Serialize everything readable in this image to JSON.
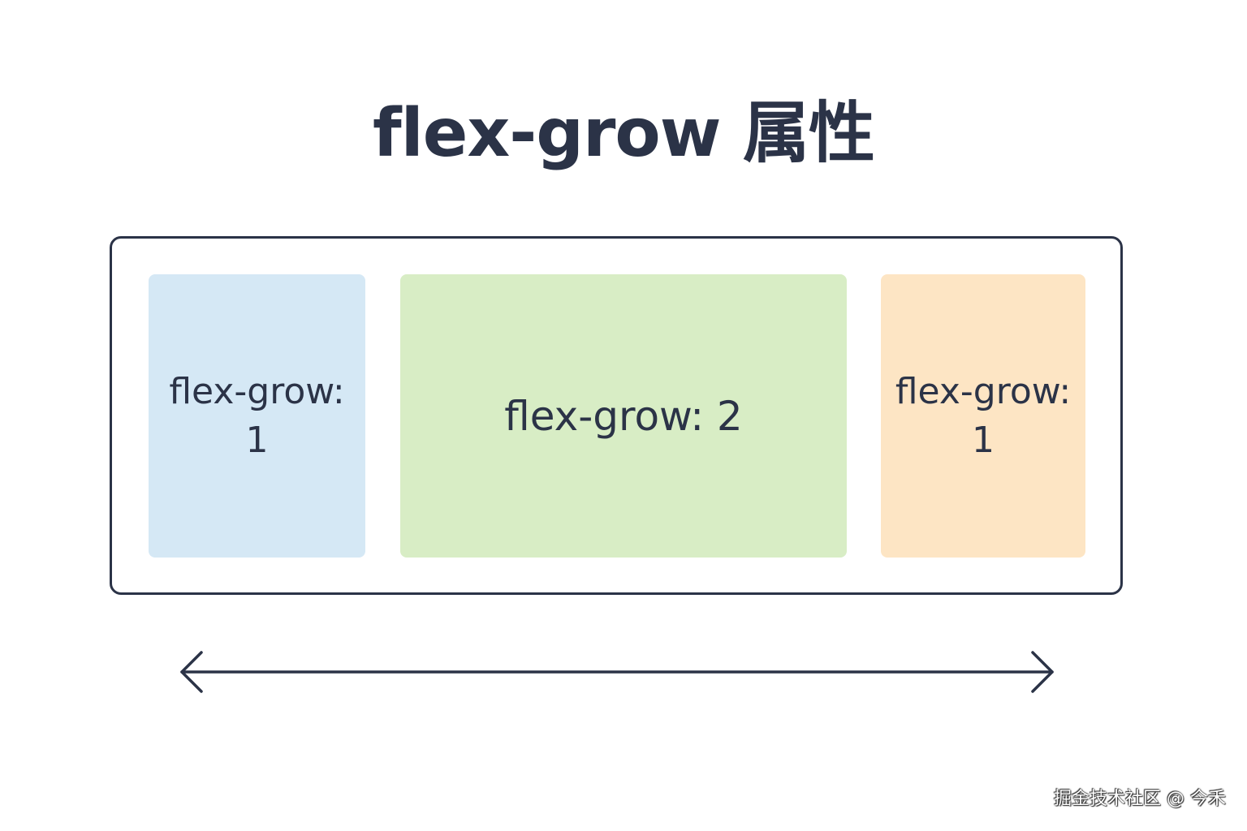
{
  "title": "flex-grow 属性",
  "items": [
    {
      "label": "flex-grow: 1",
      "color": "#d5e8f5"
    },
    {
      "label": "flex-grow: 2",
      "color": "#d8edc5"
    },
    {
      "label": "flex-grow: 1",
      "color": "#fde5c4"
    }
  ],
  "colors": {
    "stroke": "#2b3347",
    "text": "#2b3347"
  },
  "arrow": {
    "icon": "double-headed-arrow-icon"
  },
  "watermark": "掘金技术社区 @ 今禾"
}
